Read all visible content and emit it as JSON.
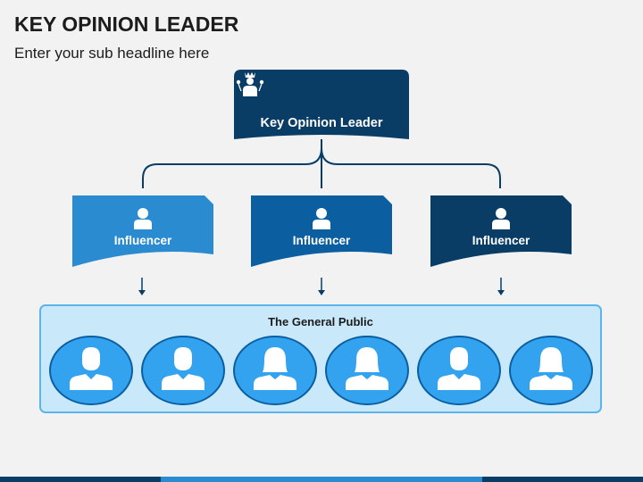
{
  "header": {
    "title": "KEY OPINION LEADER",
    "subtitle": "Enter your sub headline here"
  },
  "leader": {
    "label": "Key Opinion Leader",
    "icon": "crowned-leader-icon",
    "color": "#0a3d66"
  },
  "influencers": [
    {
      "label": "Influencer",
      "icon": "person-icon",
      "color": "#2b8bd0"
    },
    {
      "label": "Influencer",
      "icon": "person-icon",
      "color": "#0b5fa0"
    },
    {
      "label": "Influencer",
      "icon": "person-icon",
      "color": "#0a3d66"
    }
  ],
  "public": {
    "title": "The General Public",
    "people": [
      {
        "icon": "male-person-icon"
      },
      {
        "icon": "male-person-icon"
      },
      {
        "icon": "female-person-icon"
      },
      {
        "icon": "female-person-icon"
      },
      {
        "icon": "male-person-icon"
      },
      {
        "icon": "female-person-icon"
      }
    ],
    "circle_color": "#33a3f0",
    "background_color": "#c9e9fb",
    "border_color": "#5bb4ea"
  },
  "connector_color": "#0a3d66",
  "footer_colors": [
    "#0a3d66",
    "#2b8bd0",
    "#0a3d66"
  ]
}
